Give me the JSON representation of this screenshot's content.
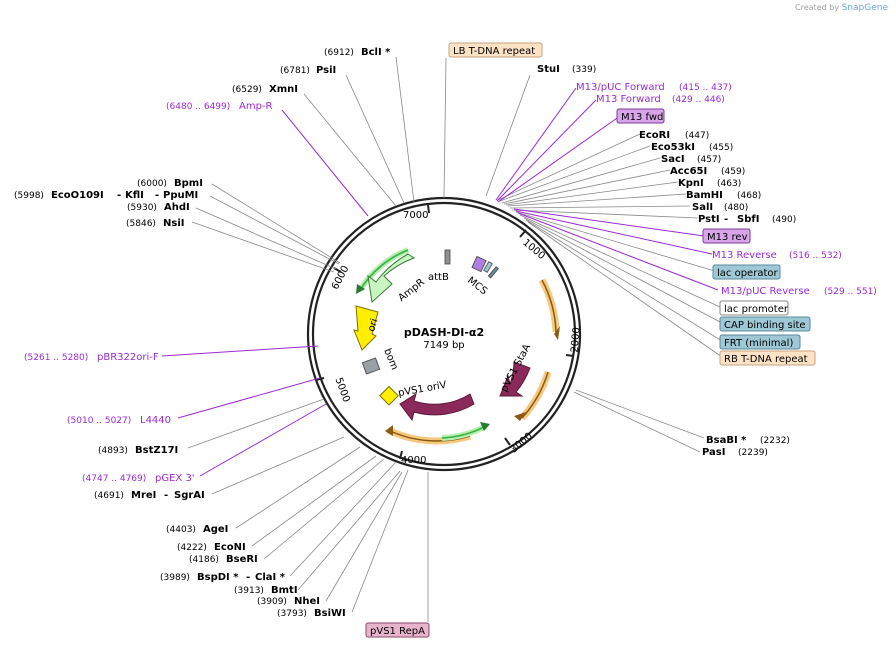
{
  "credit": {
    "prefix": "Created by",
    "brand": "SnapGene"
  },
  "plasmid": {
    "name": "pDASH-DI-α2",
    "length": "7149 bp"
  },
  "ticks": [
    "1000",
    "2000",
    "3000",
    "4000",
    "5000",
    "6000",
    "7000"
  ],
  "sites_right": [
    {
      "name": "StuI",
      "pos": "(339)"
    },
    {
      "name": "EcoRI",
      "pos": "(447)"
    },
    {
      "name": "Eco53kI",
      "pos": "(455)"
    },
    {
      "name": "SacI",
      "pos": "(457)"
    },
    {
      "name": "Acc65I",
      "pos": "(459)"
    },
    {
      "name": "KpnI",
      "pos": "(463)"
    },
    {
      "name": "BamHI",
      "pos": "(468)"
    },
    {
      "name": "SalI",
      "pos": "(480)"
    },
    {
      "name": "PstI",
      "name2": "SbfI",
      "pos": "(490)"
    },
    {
      "name": "BsaBI *",
      "pos": "(2232)"
    },
    {
      "name": "PasI",
      "pos": "(2239)"
    }
  ],
  "sites_left": [
    {
      "name": "BclI *",
      "pos": "(6912)"
    },
    {
      "name": "PsiI",
      "pos": "(6781)"
    },
    {
      "name": "XmnI",
      "pos": "(6529)"
    },
    {
      "name": "BpmI",
      "pos": "(6000)"
    },
    {
      "name": "EcoO109I",
      "name2": "KflI",
      "name3": "PpuMI",
      "pos": "(5998)"
    },
    {
      "name": "AhdI",
      "pos": "(5930)"
    },
    {
      "name": "NsiI",
      "pos": "(5846)"
    },
    {
      "name": "BstZ17I",
      "pos": "(4893)"
    },
    {
      "name": "MreI",
      "name2": "SgrAI",
      "pos": "(4691)"
    },
    {
      "name": "AgeI",
      "pos": "(4403)"
    },
    {
      "name": "EcoNI",
      "pos": "(4222)"
    },
    {
      "name": "BseRI",
      "pos": "(4186)"
    },
    {
      "name": "BspDI *",
      "name2": "ClaI *",
      "pos": "(3989)"
    },
    {
      "name": "BmtI",
      "pos": "(3913)"
    },
    {
      "name": "NheI",
      "pos": "(3909)"
    },
    {
      "name": "BsiWI",
      "pos": "(3793)"
    }
  ],
  "primers": [
    {
      "name": "M13/pUC Forward",
      "pos": "(415 .. 437)"
    },
    {
      "name": "M13 Forward",
      "pos": "(429 .. 446)"
    },
    {
      "name": "M13 Reverse",
      "pos": "(516 .. 532)"
    },
    {
      "name": "M13/pUC Reverse",
      "pos": "(529 .. 551)"
    },
    {
      "name": "Amp-R",
      "pos": "(6480 .. 6499)"
    },
    {
      "name": "pBR322ori-F",
      "pos": "(5261 .. 5280)"
    },
    {
      "name": "L4440",
      "pos": "(5010 .. 5027)"
    },
    {
      "name": "pGEX 3'",
      "pos": "(4747 .. 4769)"
    }
  ],
  "boxed": [
    {
      "name": "LB T-DNA repeat",
      "fill": "#fde3c6",
      "stroke": "#c8a27a"
    },
    {
      "name": "M13 fwd",
      "fill": "#d9a5ea",
      "stroke": "#7a3a90"
    },
    {
      "name": "M13 rev",
      "fill": "#d9a5ea",
      "stroke": "#7a3a90"
    },
    {
      "name": "lac operator",
      "fill": "#9ec8d6",
      "stroke": "#5a8a9a"
    },
    {
      "name": "lac promoter",
      "fill": "#ffffff",
      "stroke": "#888888"
    },
    {
      "name": "CAP binding site",
      "fill": "#9ec8d6",
      "stroke": "#5a8a9a"
    },
    {
      "name": "FRT (minimal)",
      "fill": "#9ec8d6",
      "stroke": "#5a8a9a"
    },
    {
      "name": "RB T-DNA repeat",
      "fill": "#fde3c6",
      "stroke": "#c8a27a"
    },
    {
      "name": "pVS1 RepA",
      "fill": "#e8b4cc",
      "stroke": "#8a4a6a"
    }
  ],
  "features": [
    {
      "name": "AmpR",
      "color": "#c9f5c0"
    },
    {
      "name": "ori",
      "color": "#ffee00"
    },
    {
      "name": "bom",
      "color": "#9aa0a8"
    },
    {
      "name": "pVS1 oriV",
      "color": "#ffee00"
    },
    {
      "name": "pVS1 StaA",
      "color": "#8b2a5a"
    },
    {
      "name": "attB",
      "color": "#909090"
    },
    {
      "name": "MCS",
      "color": "#6a6a6a"
    }
  ],
  "colors": {
    "primer": "#9a2ad6",
    "orange_arrow": "#f2b04a",
    "green_arrow": "#3cb44a",
    "backbone": "#222222"
  }
}
